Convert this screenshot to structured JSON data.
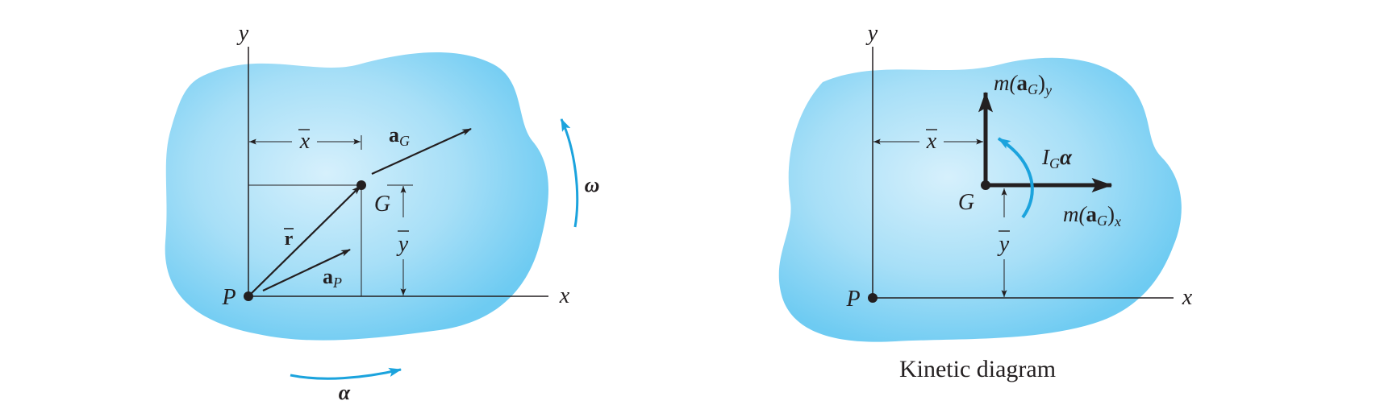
{
  "colors": {
    "body_fill": "#6ecbf2",
    "body_highlight": "#d6f0fc",
    "accent_arrow": "#1ba3dd",
    "ink": "#231f20"
  },
  "left_diagram": {
    "axis_y": "y",
    "axis_x": "x",
    "point_p": "P",
    "point_g": "G",
    "xbar": "x",
    "ybar": "y",
    "rbar": "r",
    "accel_g_bold": "a",
    "accel_g_sub": "G",
    "accel_p_bold": "a",
    "accel_p_sub": "P",
    "omega": "ω",
    "alpha": "α"
  },
  "right_diagram": {
    "axis_y": "y",
    "axis_x": "x",
    "point_p": "P",
    "point_g": "G",
    "xbar": "x",
    "ybar": "y",
    "force_y": {
      "pre": "m(",
      "bold": "a",
      "sub": "G",
      "close": ")",
      "sub2": "y"
    },
    "force_x": {
      "pre": "m(",
      "bold": "a",
      "sub": "G",
      "close": ")",
      "sub2": "x"
    },
    "moment": {
      "pre": "I",
      "sub": "G",
      "bold": "α"
    },
    "caption": "Kinetic diagram"
  }
}
